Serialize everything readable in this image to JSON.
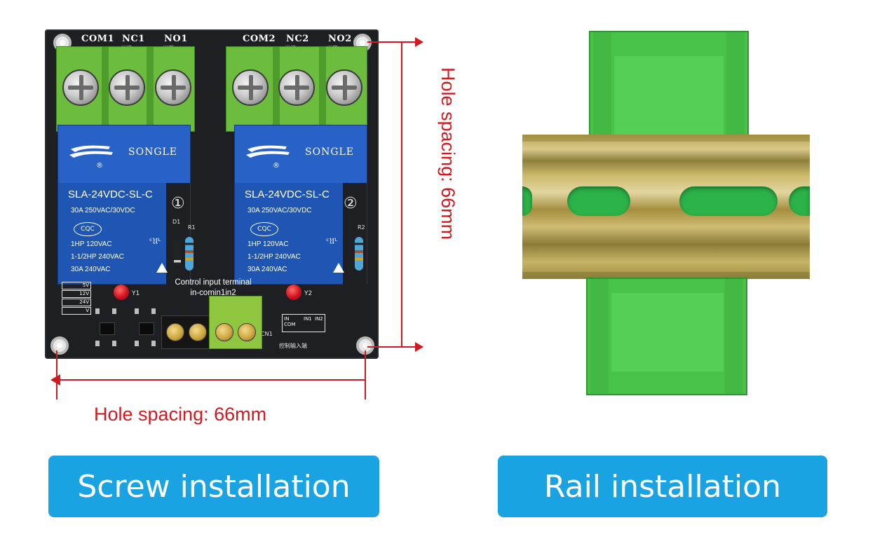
{
  "board": {
    "terminals_left": [
      "COM1",
      "NC1",
      "NO1"
    ],
    "terminals_right": [
      "COM2",
      "NC2",
      "NO2"
    ],
    "terminals_left_cn": [
      "",
      "常闭",
      "常开"
    ],
    "terminals_right_cn": [
      "",
      "常闭",
      "常开"
    ],
    "relay": {
      "brand": "SONGLE",
      "model": "SLA-24VDC-SL-C",
      "spec_1": "30A  250VAC/30VDC",
      "spec_2": "1HP 120VAC",
      "spec_3": "1-1/2HP 240VAC",
      "spec_4": "30A 240VAC",
      "cert": "CQC"
    },
    "channel_1": "①",
    "channel_2": "②",
    "led_labels": [
      "Y1",
      "Y2"
    ],
    "resistor_labels": [
      "R1",
      "R2"
    ],
    "diode_label": "D1",
    "jumper_labels": [
      "5V",
      "12V",
      "24V",
      "V"
    ],
    "input_header_labels": [
      "IN COM",
      "IN1",
      "IN2"
    ],
    "input_header_cn": "控制输入端",
    "cn1_label": "CN1",
    "callout_line1": "Control input terminal",
    "callout_line2": "in-comin1in2"
  },
  "dimensions": {
    "horizontal_label": "Hole spacing: 66mm",
    "vertical_label": "Hole spacing: 66mm",
    "line_color": "#d21920"
  },
  "buttons": {
    "screw": "Screw installation",
    "rail": "Rail installation",
    "color": "#1aa3e2"
  }
}
